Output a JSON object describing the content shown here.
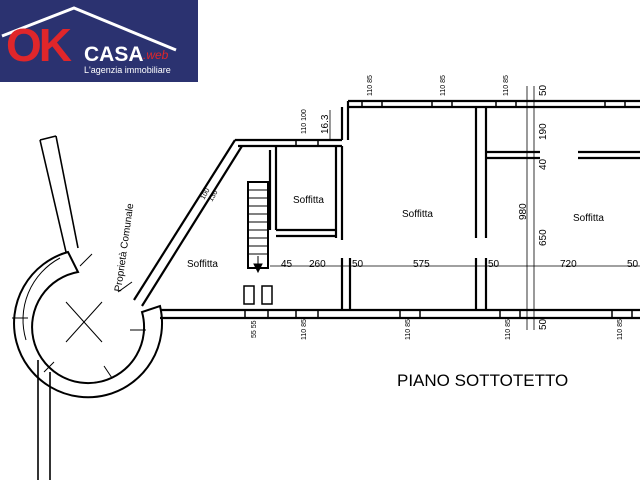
{
  "logo": {
    "brand_ok": "OK",
    "brand_casa": "CASA",
    "brand_web": ".web",
    "tagline": "L'agenzia immobiliare"
  },
  "plan": {
    "title": "PIANO SOTTOTETTO",
    "rooms": {
      "soffitta_small": "Soffitta",
      "soffitta_stair": "Soffitta",
      "soffitta_center": "Soffitta",
      "soffitta_right": "Soffitta"
    },
    "area_label": "Proprietà Comunale",
    "dims": {
      "d45": "45",
      "d260": "260",
      "d50a": "50",
      "d575": "575",
      "d50b": "50",
      "d720": "720",
      "d50c": "50",
      "d163": "16.3",
      "d190": "190",
      "d40": "40",
      "d980": "980",
      "d650": "650",
      "d50top": "50",
      "d50bottom": "50",
      "d100": "100",
      "d130": "130"
    },
    "windows": {
      "w_top_1": "110\n85",
      "w_top_2": "110\n85",
      "w_top_3": "110\n85",
      "w_top_door": "110\n100",
      "w_bot_1": "110\n85",
      "w_bot_2": "110\n85",
      "w_bot_3": "110\n85",
      "w_bot_4": "110\n85",
      "w_bot_small": "55\n55"
    }
  },
  "colors": {
    "logo_bg": "#2b3270",
    "logo_red": "#e0262a",
    "line": "#000000"
  }
}
